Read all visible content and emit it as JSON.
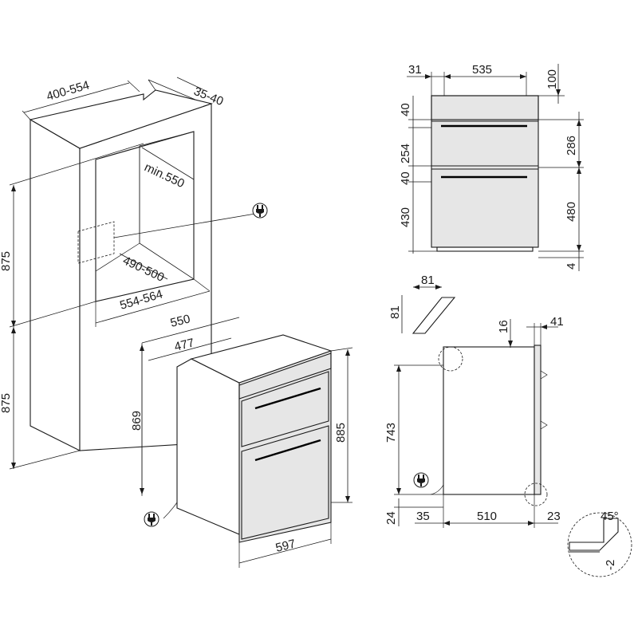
{
  "dimensions": {
    "niche_width": "400-554",
    "niche_top_offset": "35-40",
    "niche_depth_min": "min.550",
    "niche_inner_height": "490-500",
    "niche_opening_width": "554-564",
    "upper_height": "875",
    "lower_height": "875",
    "oven_depth": "550",
    "oven_body_depth": "477",
    "oven_body_height": "869",
    "oven_total_height": "885",
    "oven_width": "597",
    "front_side_margin": "31",
    "front_inner_width": "535",
    "front_top_gap": "100",
    "front_panel_top": "40",
    "front_upper_door": "254",
    "front_mid_panel": "40",
    "front_lower_door": "430",
    "front_upper_right": "286",
    "front_lower_right": "480",
    "front_bottom_gap": "4",
    "side_top_depth": "16",
    "side_door_thickness": "41",
    "side_height": "743",
    "side_plinth": "24",
    "side_back_offset": "35",
    "side_body_depth": "510",
    "side_front_projection": "23",
    "chamfer_width": "81",
    "chamfer_height": "81",
    "bevel_angle": "45°",
    "bevel_offset": "-2"
  },
  "icons": {
    "plug": "power-plug-icon"
  },
  "colors": {
    "line": "#1a1a1a",
    "steel": "#e6e6e6",
    "background": "#ffffff"
  }
}
